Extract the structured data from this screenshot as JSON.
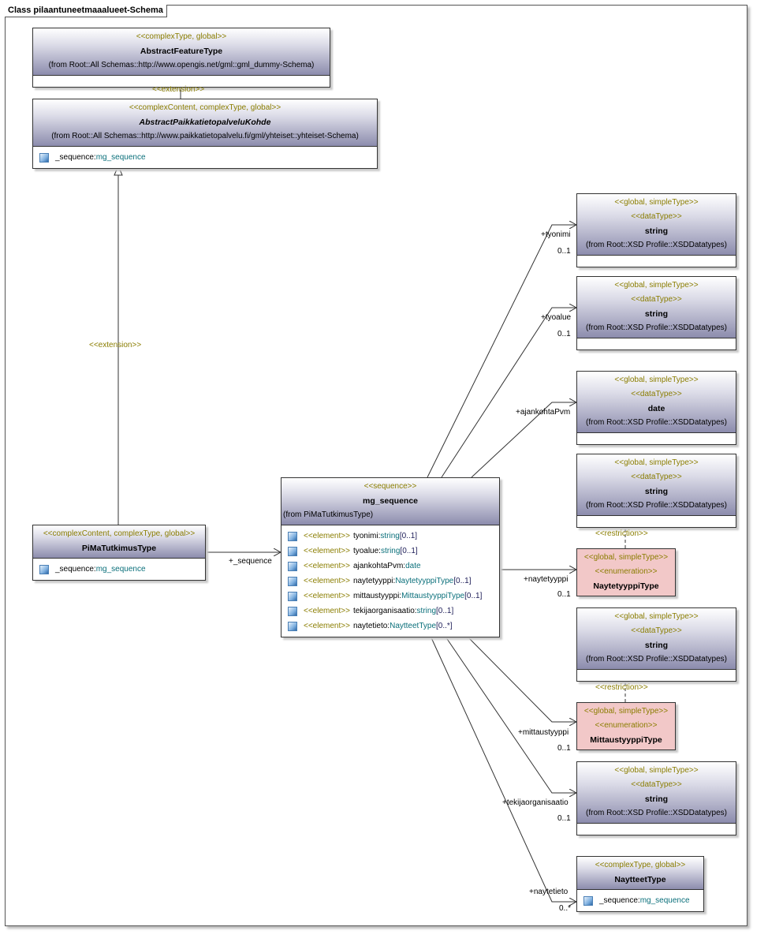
{
  "frame": {
    "title": "Class pilaantuneetmaaalueet-Schema"
  },
  "classes": {
    "abstract_feature": {
      "stereotype": "<<complexType, global>>",
      "name": "AbstractFeatureType",
      "from": "(from Root::All Schemas::http://www.opengis.net/gml::gml_dummy-Schema)"
    },
    "abstract_kohde": {
      "stereotype": "<<complexContent, complexType, global>>",
      "name": "AbstractPaikkatietopalveluKohde",
      "from": "(from Root::All Schemas::http://www.paikkatietopalvelu.fi/gml/yhteiset::yhteiset-Schema)",
      "attr_name": "_sequence:",
      "attr_type": "mg_sequence"
    },
    "pima": {
      "stereotype": "<<complexContent, complexType, global>>",
      "name": "PiMaTutkimusType",
      "attr_name": "_sequence:",
      "attr_type": "mg_sequence"
    },
    "mg_sequence": {
      "stereotype": "<<sequence>>",
      "name": "mg_sequence",
      "from": "(from PiMaTutkimusType)",
      "elements": [
        {
          "st": "<<element>>",
          "name": "tyonimi:",
          "type": "string",
          "mult": "[0..1]"
        },
        {
          "st": "<<element>>",
          "name": "tyoalue:",
          "type": "string",
          "mult": "[0..1]"
        },
        {
          "st": "<<element>>",
          "name": "ajankohtaPvm:",
          "type": "date",
          "mult": ""
        },
        {
          "st": "<<element>>",
          "name": "naytetyyppi:",
          "type": "NaytetyyppiType",
          "mult": "[0..1]"
        },
        {
          "st": "<<element>>",
          "name": "mittaustyyppi:",
          "type": "MittaustyyppiType",
          "mult": "[0..1]"
        },
        {
          "st": "<<element>>",
          "name": "tekijaorganisaatio:",
          "type": "string",
          "mult": "[0..1]"
        },
        {
          "st": "<<element>>",
          "name": "naytetieto:",
          "type": "NaytteetType",
          "mult": "[0..*]"
        }
      ]
    },
    "dt1": {
      "stereotype": "<<global, simpleType>>",
      "stereotype2": "<<dataType>>",
      "name": "string",
      "from": "(from Root::XSD Profile::XSDDatatypes)"
    },
    "dt2": {
      "stereotype": "<<global, simpleType>>",
      "stereotype2": "<<dataType>>",
      "name": "string",
      "from": "(from Root::XSD Profile::XSDDatatypes)"
    },
    "dt3": {
      "stereotype": "<<global, simpleType>>",
      "stereotype2": "<<dataType>>",
      "name": "date",
      "from": "(from Root::XSD Profile::XSDDatatypes)"
    },
    "dt4": {
      "stereotype": "<<global, simpleType>>",
      "stereotype2": "<<dataType>>",
      "name": "string",
      "from": "(from Root::XSD Profile::XSDDatatypes)"
    },
    "enum1": {
      "stereotype": "<<global, simpleType>>",
      "stereotype2": "<<enumeration>>",
      "name": "NaytetyyppiType"
    },
    "dt5": {
      "stereotype": "<<global, simpleType>>",
      "stereotype2": "<<dataType>>",
      "name": "string",
      "from": "(from Root::XSD Profile::XSDDatatypes)"
    },
    "enum2": {
      "stereotype": "<<global, simpleType>>",
      "stereotype2": "<<enumeration>>",
      "name": "MittaustyyppiType"
    },
    "dt6": {
      "stereotype": "<<global, simpleType>>",
      "stereotype2": "<<dataType>>",
      "name": "string",
      "from": "(from Root::XSD Profile::XSDDatatypes)"
    },
    "naytteet": {
      "stereotype": "<<complexType, global>>",
      "name": "NaytteetType",
      "attr_name": "_sequence:",
      "attr_type": "mg_sequence"
    }
  },
  "labels": {
    "extension_top": "<<extension>>",
    "extension_mid": "<<extension>>",
    "restriction1": "<<restriction>>",
    "restriction2": "<<restriction>>",
    "sequence_role": "+_sequence",
    "tyonimi": "+tyonimi",
    "tyonimi_mult": "0..1",
    "tyoalue": "+tyoalue",
    "tyoalue_mult": "0..1",
    "ajankohta": "+ajankohtaPvm",
    "naytetyyppi": "+naytetyyppi",
    "naytetyyppi_mult": "0..1",
    "mittaustyyppi": "+mittaustyyppi",
    "mittaustyyppi_mult": "0..1",
    "tekija": "+tekijaorganisaatio",
    "tekija_mult": "0..1",
    "naytetieto": "+naytetieto",
    "naytetieto_mult": "0..*"
  }
}
